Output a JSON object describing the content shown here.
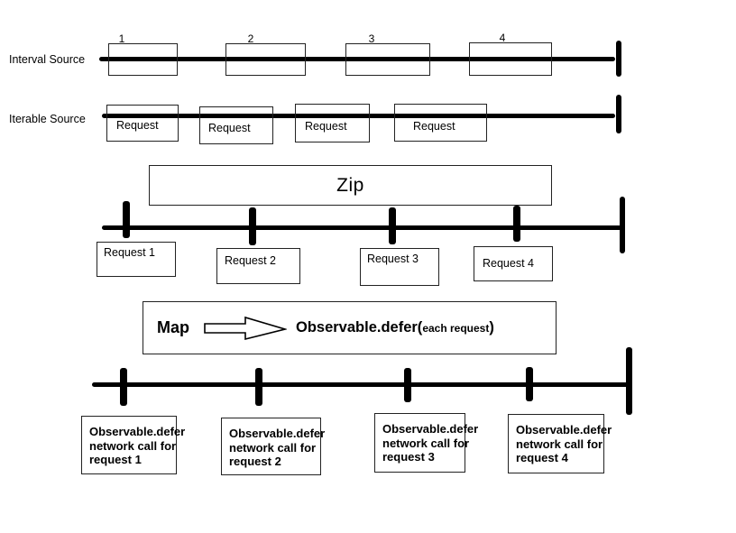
{
  "rows": {
    "interval": {
      "label": "Interval Source",
      "events": [
        "1",
        "2",
        "3",
        "4"
      ]
    },
    "iterable": {
      "label": "Iterable Source",
      "events": [
        "Request",
        "Request",
        "Request",
        "Request"
      ]
    },
    "zip": {
      "operator": "Zip",
      "events": [
        "Request 1",
        "Request 2",
        "Request 3",
        "Request 4"
      ]
    },
    "map": {
      "operator": "Map",
      "arrow_icon": "block-arrow-right",
      "result_bold": "Observable.defer(",
      "result_arg": "each request",
      "result_close": ")"
    },
    "deferred": {
      "events": [
        {
          "line1": "Observable.defer",
          "line2": "network call for",
          "line3": "request 1"
        },
        {
          "line1": "Observable.defer",
          "line2": "network call for",
          "line3": "request 2"
        },
        {
          "line1": "Observable.defer",
          "line2": "network call for",
          "line3": "request 3"
        },
        {
          "line1": "Observable.defer",
          "line2": "network call for",
          "line3": "request 4"
        }
      ]
    }
  },
  "colors": {
    "ink": "#000000",
    "background": "#ffffff"
  }
}
